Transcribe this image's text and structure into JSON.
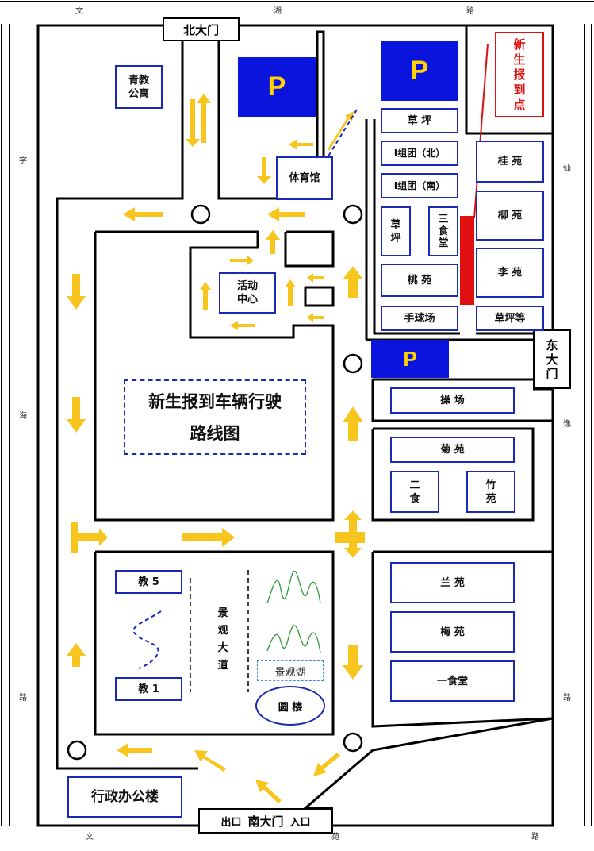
{
  "roads": {
    "north": [
      "文",
      "湖",
      "路"
    ],
    "south": [
      "文",
      "苑",
      "路"
    ],
    "west": [
      "学",
      "海",
      "路"
    ],
    "east": [
      "仙",
      "逸",
      "路"
    ]
  },
  "gates": {
    "north": "北大门",
    "east": [
      "东",
      "大",
      "门"
    ],
    "south": {
      "exit": "出口",
      "name": "南大门",
      "entry": "入口"
    }
  },
  "parking": {
    "label": "P"
  },
  "buildings": {
    "qingjiao": [
      "青教",
      "公寓"
    ],
    "gym": "体育馆",
    "activity": [
      "活动",
      "中心"
    ],
    "grass1": "草  坪",
    "group_north": "Ⅰ组团（北）",
    "group_south": "Ⅰ组团（南）",
    "grass2": [
      "草",
      "坪"
    ],
    "canteen3": [
      "三",
      "食",
      "堂"
    ],
    "taoyuan": "桃 苑",
    "handball": "手球场",
    "guiyuan": "桂 苑",
    "liuyuan": "柳 苑",
    "liyuan": "李 苑",
    "grass_etc": "草坪等",
    "field": "操 场",
    "juyuan": "菊 苑",
    "canteen2": [
      "二",
      "食"
    ],
    "zhuyuan": [
      "竹",
      "苑"
    ],
    "jiao5": "教 5",
    "jiao1": "教 1",
    "avenue": [
      "景",
      "观",
      "大",
      "道"
    ],
    "lake": "景观湖",
    "yuanlou": "圆 楼",
    "lanyuan": "兰 苑",
    "meiyuan": "梅 苑",
    "canteen1": "一食堂",
    "admin": "行政办公楼"
  },
  "registration": [
    "新",
    "生",
    "报",
    "到",
    "点"
  ],
  "title": [
    "新生报到车辆行驶",
    "路线图"
  ],
  "colors": {
    "arrow": "#f7c51e",
    "building_border": "#1a2ab4",
    "parking_bg": "#0a14dc",
    "parking_text": "#ffd200",
    "registration": "#e01010",
    "trees": "#2e9a3a"
  }
}
